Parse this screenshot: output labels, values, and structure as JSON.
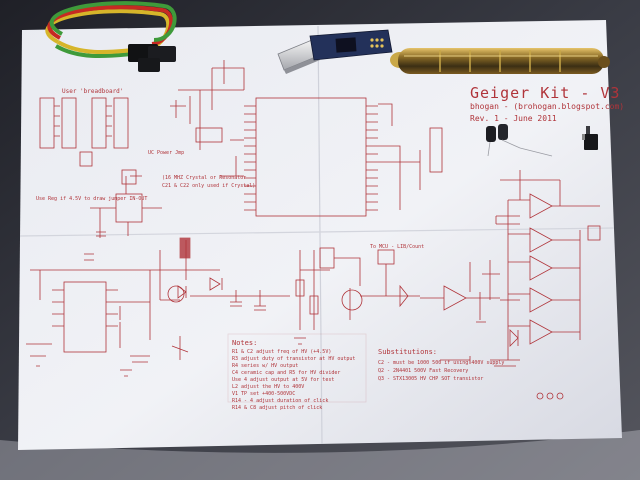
{
  "sheet": {
    "title": "Geiger Kit - V3",
    "author": "bhogan - (brohogan.blogspot.com)",
    "revision": "Rev. 1 - June 2011",
    "labels": {
      "user_breadboard": "User 'breadboard'",
      "uc_power": "UC Power Jmp",
      "resonator_1": "(16 MHZ Crystal or Resonator",
      "resonator_2": "C21 & C22 only used if Crystal)",
      "jumper": "Use Reg if 4.5V to draw jumper IN-OUT",
      "mcu_count": "To MCU - LIB/Count"
    },
    "notes_title": "Notes:",
    "notes": [
      "R1 & C2 adjust freq of HV (+4.5V)",
      "R3 adjust duty of transistor at HV output",
      "R4 series w/ HV output",
      "C4 ceramic cap and R5 for HV divider",
      "Use 4 adjust output at 5V for test",
      "L2 adjust the HV to 400V",
      "V1 TP set +400-500VDC",
      "R14 - 4 adjust duration of click",
      "R14 & C8 adjust pitch of click"
    ],
    "subst_title": "Substitutions:",
    "subst": [
      "C2 - must be 1000 500 if using 400V supply",
      "Q2 - 2N4401 500V Fast Recovery",
      "Q3 - STX13005 HV CHP SOT transistor"
    ]
  },
  "colors": {
    "background": "#2e3038",
    "paper": "#ecedf2",
    "ink": "#b0343a",
    "ink_light": "#c97a80",
    "cable_green": "#3f9a3a",
    "cable_red": "#c62a22",
    "cable_yellow": "#d6b52a",
    "pcb_blue": "#23315a",
    "tube_gold": "#b78a30"
  },
  "objects": {
    "ribbon_cable": "ribbon-cable",
    "usb_adapter": "usb-serial-adapter",
    "geiger_tube": "geiger-tube",
    "capacitors": "electrolytic-capacitors",
    "switch": "slide-switch"
  }
}
